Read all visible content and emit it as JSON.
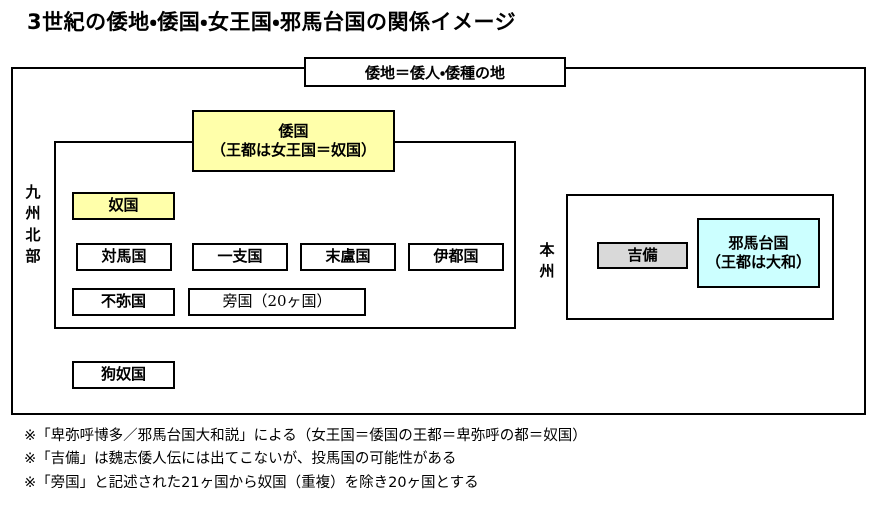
{
  "title": "3世紀の倭地・倭国・女王国・邪馬台国の関係イメージ",
  "colors": {
    "yellow": "#ffffaa",
    "cyan": "#ccffff",
    "gray": "#d9d9d9",
    "border": "#000000",
    "background": "#ffffff"
  },
  "outer_frame": {
    "label": "倭地＝倭人・倭種の地"
  },
  "regions": {
    "kyushu": {
      "label_chars": [
        "九",
        "州",
        "北",
        "部"
      ],
      "label": "九州北部"
    },
    "honshu": {
      "label_chars": [
        "本",
        "州"
      ],
      "label": "本州"
    }
  },
  "nodes": {
    "wakoku": {
      "line1": "倭国",
      "line2": "（王都は女王国＝奴国）",
      "fill": "#ffffaa"
    },
    "nakoku": {
      "label": "奴国",
      "fill": "#ffffaa"
    },
    "tsushima": {
      "label": "対馬国",
      "fill": "#ffffff"
    },
    "iki": {
      "label": "一支国",
      "fill": "#ffffff"
    },
    "matsuro": {
      "label": "末盧国",
      "fill": "#ffffff"
    },
    "ito": {
      "label": "伊都国",
      "fill": "#ffffff"
    },
    "fumi": {
      "label": "不弥国",
      "fill": "#ffffff"
    },
    "bokoku": {
      "label": "旁国（20ヶ国）",
      "fill": "#ffffff"
    },
    "kunakoku": {
      "label": "狗奴国",
      "fill": "#ffffff"
    },
    "kibi": {
      "label": "吉備",
      "fill": "#d9d9d9"
    },
    "yamatai": {
      "line1": "邪馬台国",
      "line2": "（王都は大和）",
      "fill": "#ccffff"
    }
  },
  "footnotes": [
    "※「卑弥呼博多／邪馬台国大和説」による（女王国＝倭国の王都＝卑弥呼の都＝奴国）",
    "※「吉備」は魏志倭人伝には出てこないが、投馬国の可能性がある",
    "※「旁国」と記述された21ヶ国から奴国（重複）を除き20ヶ国とする"
  ]
}
